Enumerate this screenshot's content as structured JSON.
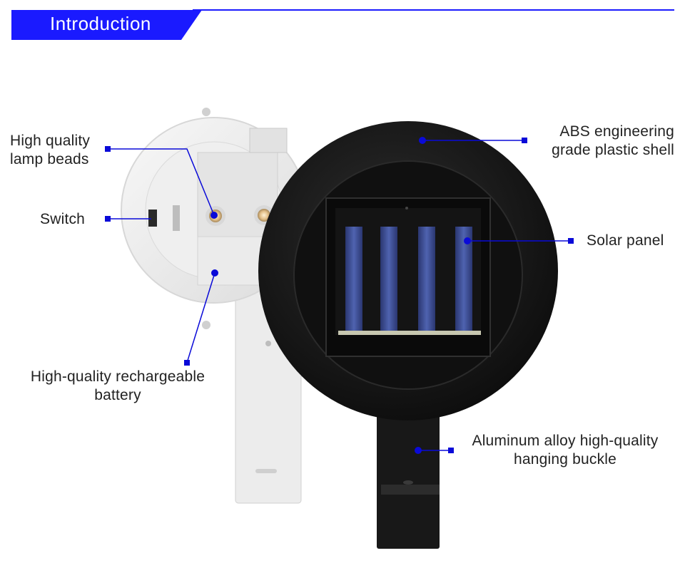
{
  "header": {
    "title": "Introduction",
    "accent_color": "#1a1aff"
  },
  "illustration": {
    "subject": "solar-fence-lamp-front-and-back",
    "white_lamp_color": "#f1f1f1",
    "black_lamp_color": "#1b1b1b",
    "solar_cell_color": "#3b4b8c"
  },
  "callouts": {
    "lamp_beads": {
      "line1": "High quality",
      "line2": "lamp beads"
    },
    "switch": {
      "line1": "Switch"
    },
    "battery": {
      "line1": "High-quality rechargeable",
      "line2": "battery"
    },
    "shell": {
      "line1": "ABS engineering",
      "line2": "grade plastic shell"
    },
    "solar_panel": {
      "line1": "Solar panel"
    },
    "buckle": {
      "line1": "Aluminum alloy high-quality",
      "line2": "hanging buckle"
    }
  }
}
